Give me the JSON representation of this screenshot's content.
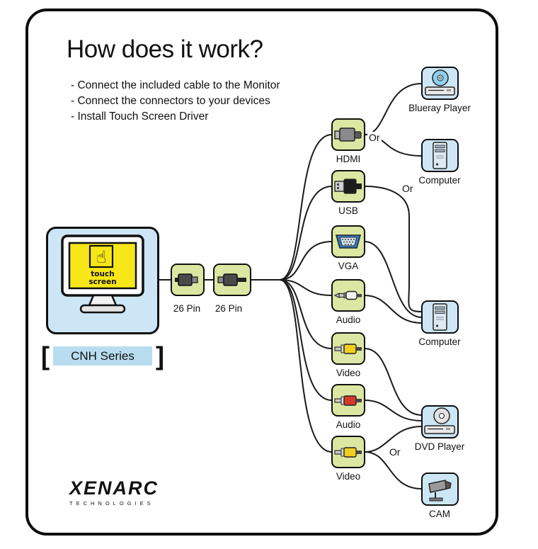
{
  "title": "How does it work?",
  "instructions": [
    "-  Connect the included cable to the Monitor",
    "-  Connect the connectors to your devices",
    "-  Install Touch Screen Driver"
  ],
  "monitor": {
    "screen_line1": "touch",
    "screen_line2": "screen",
    "bracket_left": "[",
    "bracket_right": "]",
    "series_label": "CNH Series"
  },
  "icons": {
    "touch_hand": "☝"
  },
  "cables": {
    "pin1": "26 Pin",
    "pin2": "26 Pin"
  },
  "connectors": [
    {
      "label": "HDMI"
    },
    {
      "label": "USB"
    },
    {
      "label": "VGA"
    },
    {
      "label": "Audio"
    },
    {
      "label": "Video"
    },
    {
      "label": "Audio"
    },
    {
      "label": "Video"
    }
  ],
  "devices": [
    {
      "label": "Blueray Player"
    },
    {
      "label": "Computer"
    },
    {
      "label": "Computer"
    },
    {
      "label": "DVD Player"
    },
    {
      "label": "CAM"
    }
  ],
  "or_labels": {
    "hdmi": "Or",
    "usb": "Or",
    "video": "Or"
  },
  "logo": {
    "brand": "XENARC",
    "tagline": "TECHNOLOGIES"
  },
  "colors": {
    "connector_bg": "#dbe7a2",
    "device_bg": "#cde6f5",
    "screen_yellow": "#f7e719",
    "vga_blue": "#2f7fd0",
    "rca_yellow": "#f0cf1e",
    "rca_red": "#d43a2a",
    "disc_blue": "#8fd0f0"
  }
}
